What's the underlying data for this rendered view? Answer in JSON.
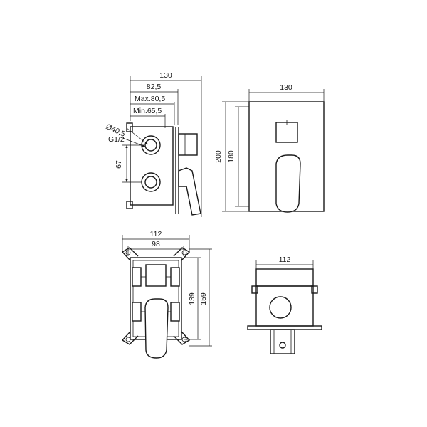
{
  "side_view": {
    "dim_total_width": "130",
    "dim_mid_width": "82,5",
    "dim_max": "Max.80,5",
    "dim_min": "Min.65,5",
    "dim_diameter": "Ø40,5",
    "dim_thread": "G1/2",
    "dim_port_spacing": "67"
  },
  "front_view": {
    "dim_width": "130",
    "dim_height_outer": "200",
    "dim_height_inner": "180"
  },
  "back_view": {
    "dim_outer_width": "112",
    "dim_inner_width": "98",
    "dim_inner_height": "139",
    "dim_outer_height": "159"
  },
  "bottom_view": {
    "dim_width": "112"
  }
}
